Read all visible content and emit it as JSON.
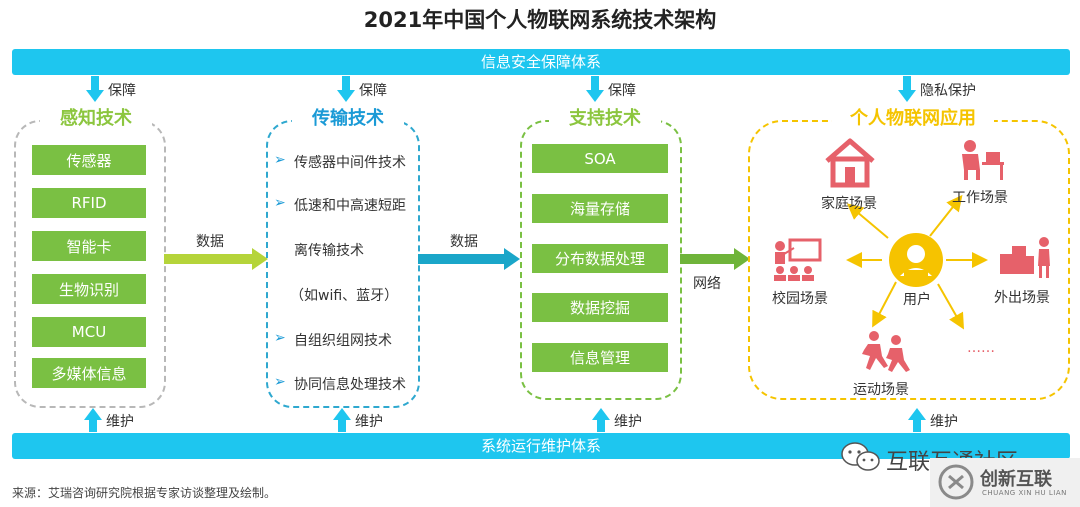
{
  "title": "2021年中国个人物联网系统技术架构",
  "top_band": "信息安全保障体系",
  "bottom_band": "系统运行维护体系",
  "down_labels": [
    "保障",
    "保障",
    "保障",
    "隐私保护"
  ],
  "up_labels": [
    "维护",
    "维护",
    "维护",
    "维护"
  ],
  "panels": {
    "sensing": {
      "title": "感知技术",
      "items": [
        "传感器",
        "RFID",
        "智能卡",
        "生物识别",
        "MCU",
        "多媒体信息"
      ]
    },
    "transmission": {
      "title": "传输技术",
      "items": [
        "传感器中间件技术",
        "低速和中高速短距",
        "离传输技术",
        "（如wifi、蓝牙）",
        "自组织组网技术",
        "协同信息处理技术"
      ]
    },
    "support": {
      "title": "支持技术",
      "items": [
        "SOA",
        "海量存储",
        "分布数据处理",
        "数据挖掘",
        "信息管理"
      ]
    },
    "application": {
      "title": "个人物联网应用",
      "center": "用户",
      "scenes": [
        "家庭场景",
        "工作场景",
        "校园场景",
        "外出场景",
        "运动场景",
        "……"
      ]
    }
  },
  "flow_labels": [
    "数据",
    "数据",
    "网络"
  ],
  "colors": {
    "band": "#1ec6ef",
    "green": "#7ac043",
    "green_title": "#8cc63f",
    "blue_title": "#1a9ad6",
    "teal_arrow": "#1aa6c9",
    "yellow": "#f5c400",
    "icon_red": "#e6616a",
    "user_yellow": "#f6c300"
  },
  "watermark": "互联互通社区",
  "logo_text": "创新互联",
  "logo_sub": "CHUANG XIN HU LIAN",
  "source": "来源：艾瑞咨询研究院根据专家访谈整理及绘制。"
}
